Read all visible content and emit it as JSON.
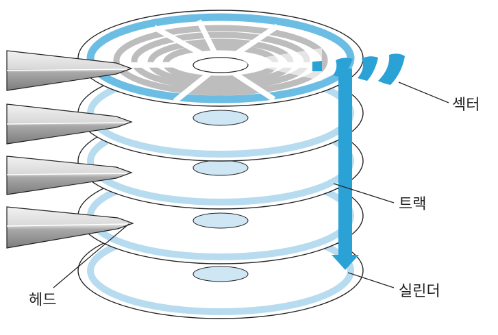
{
  "labels": {
    "sector": "섹터",
    "track": "트랙",
    "cylinder": "실린더",
    "head": "헤드"
  },
  "colors": {
    "track_light": "#b8dcef",
    "track_blue": "#6bbde3",
    "track_dark": "#2aa2d6",
    "platter_gray": "#bdbdbd",
    "arm_light": "#eaeaea",
    "arm_dark": "#8c8c8c",
    "stroke": "#222222"
  }
}
